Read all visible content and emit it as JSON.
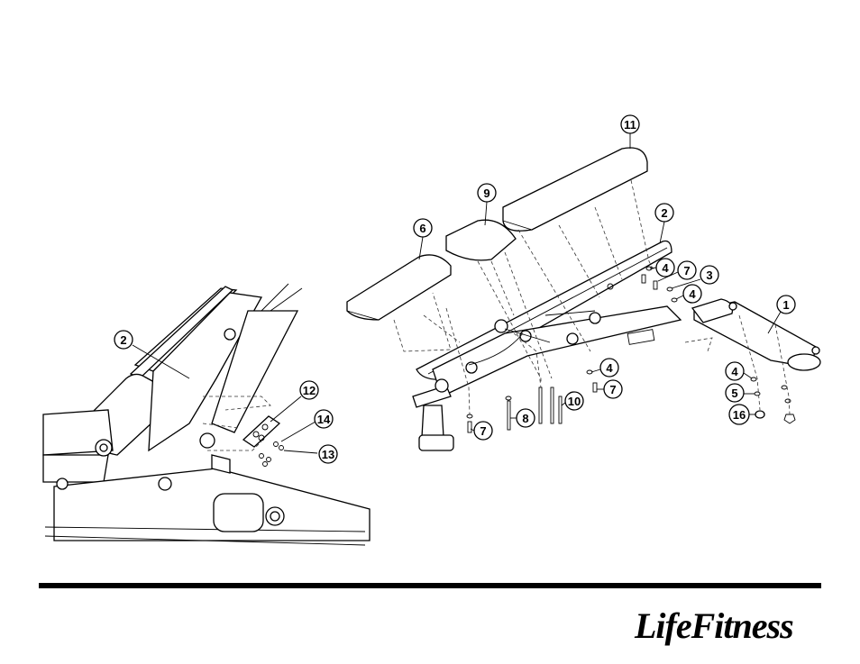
{
  "detail_callouts": [
    "2",
    "12",
    "14",
    "13"
  ],
  "main_callouts": [
    "11",
    "9",
    "2",
    "6",
    "4",
    "7",
    "3",
    "4",
    "1",
    "4",
    "7",
    "4",
    "5",
    "16",
    "10",
    "8",
    "7"
  ],
  "brand": {
    "logo_text": "LifeFitness"
  }
}
